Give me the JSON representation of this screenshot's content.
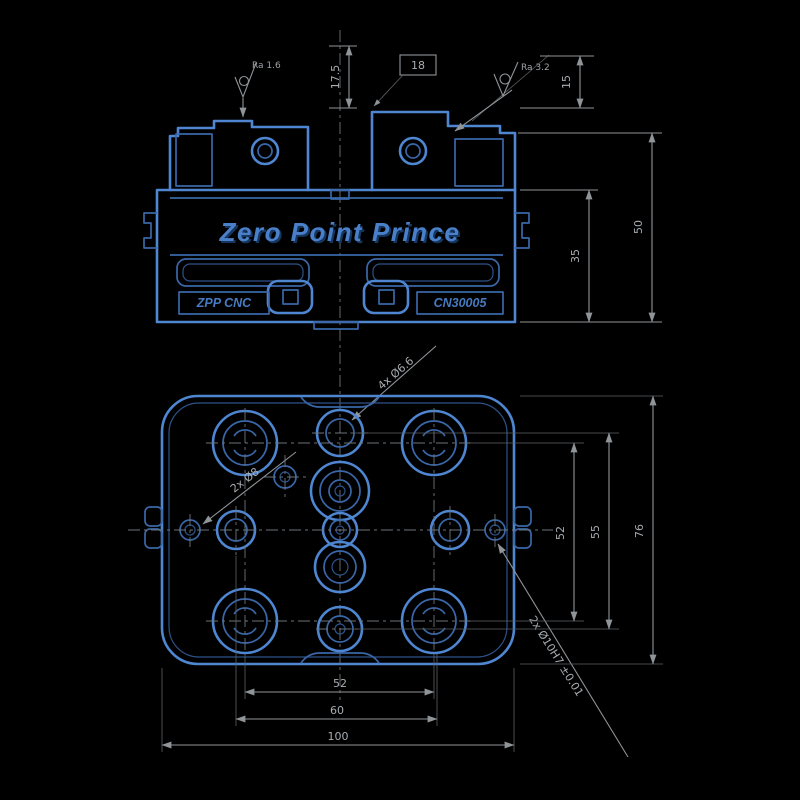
{
  "colors": {
    "background": "#000000",
    "part_line_blue": "#4e86d1",
    "part_line_blue_dark": "#3a67a8",
    "dimension_gray": "#8f9498",
    "brand_blue": "#4a80c9"
  },
  "top_view": {
    "brand": "Zero Point Prince",
    "label_left": "ZPP CNC",
    "label_right": "CN30005",
    "dims": {
      "center_gap": "18",
      "slot_depth": "17.5",
      "jaw_height": "15",
      "body_height": "35",
      "total_height": "50"
    },
    "finish": {
      "left": "Ra 1.6",
      "right": "Ra 3.2"
    }
  },
  "bottom_view": {
    "callouts": {
      "left": "2x Ø8",
      "center": "4x Ø6.6",
      "right": "2x Ø10H7 ±0.01"
    },
    "dims_right": {
      "inner": "52",
      "mid": "55",
      "outer": "76"
    },
    "dims_bottom": {
      "inner": "52",
      "mid": "60",
      "outer": "100"
    }
  }
}
